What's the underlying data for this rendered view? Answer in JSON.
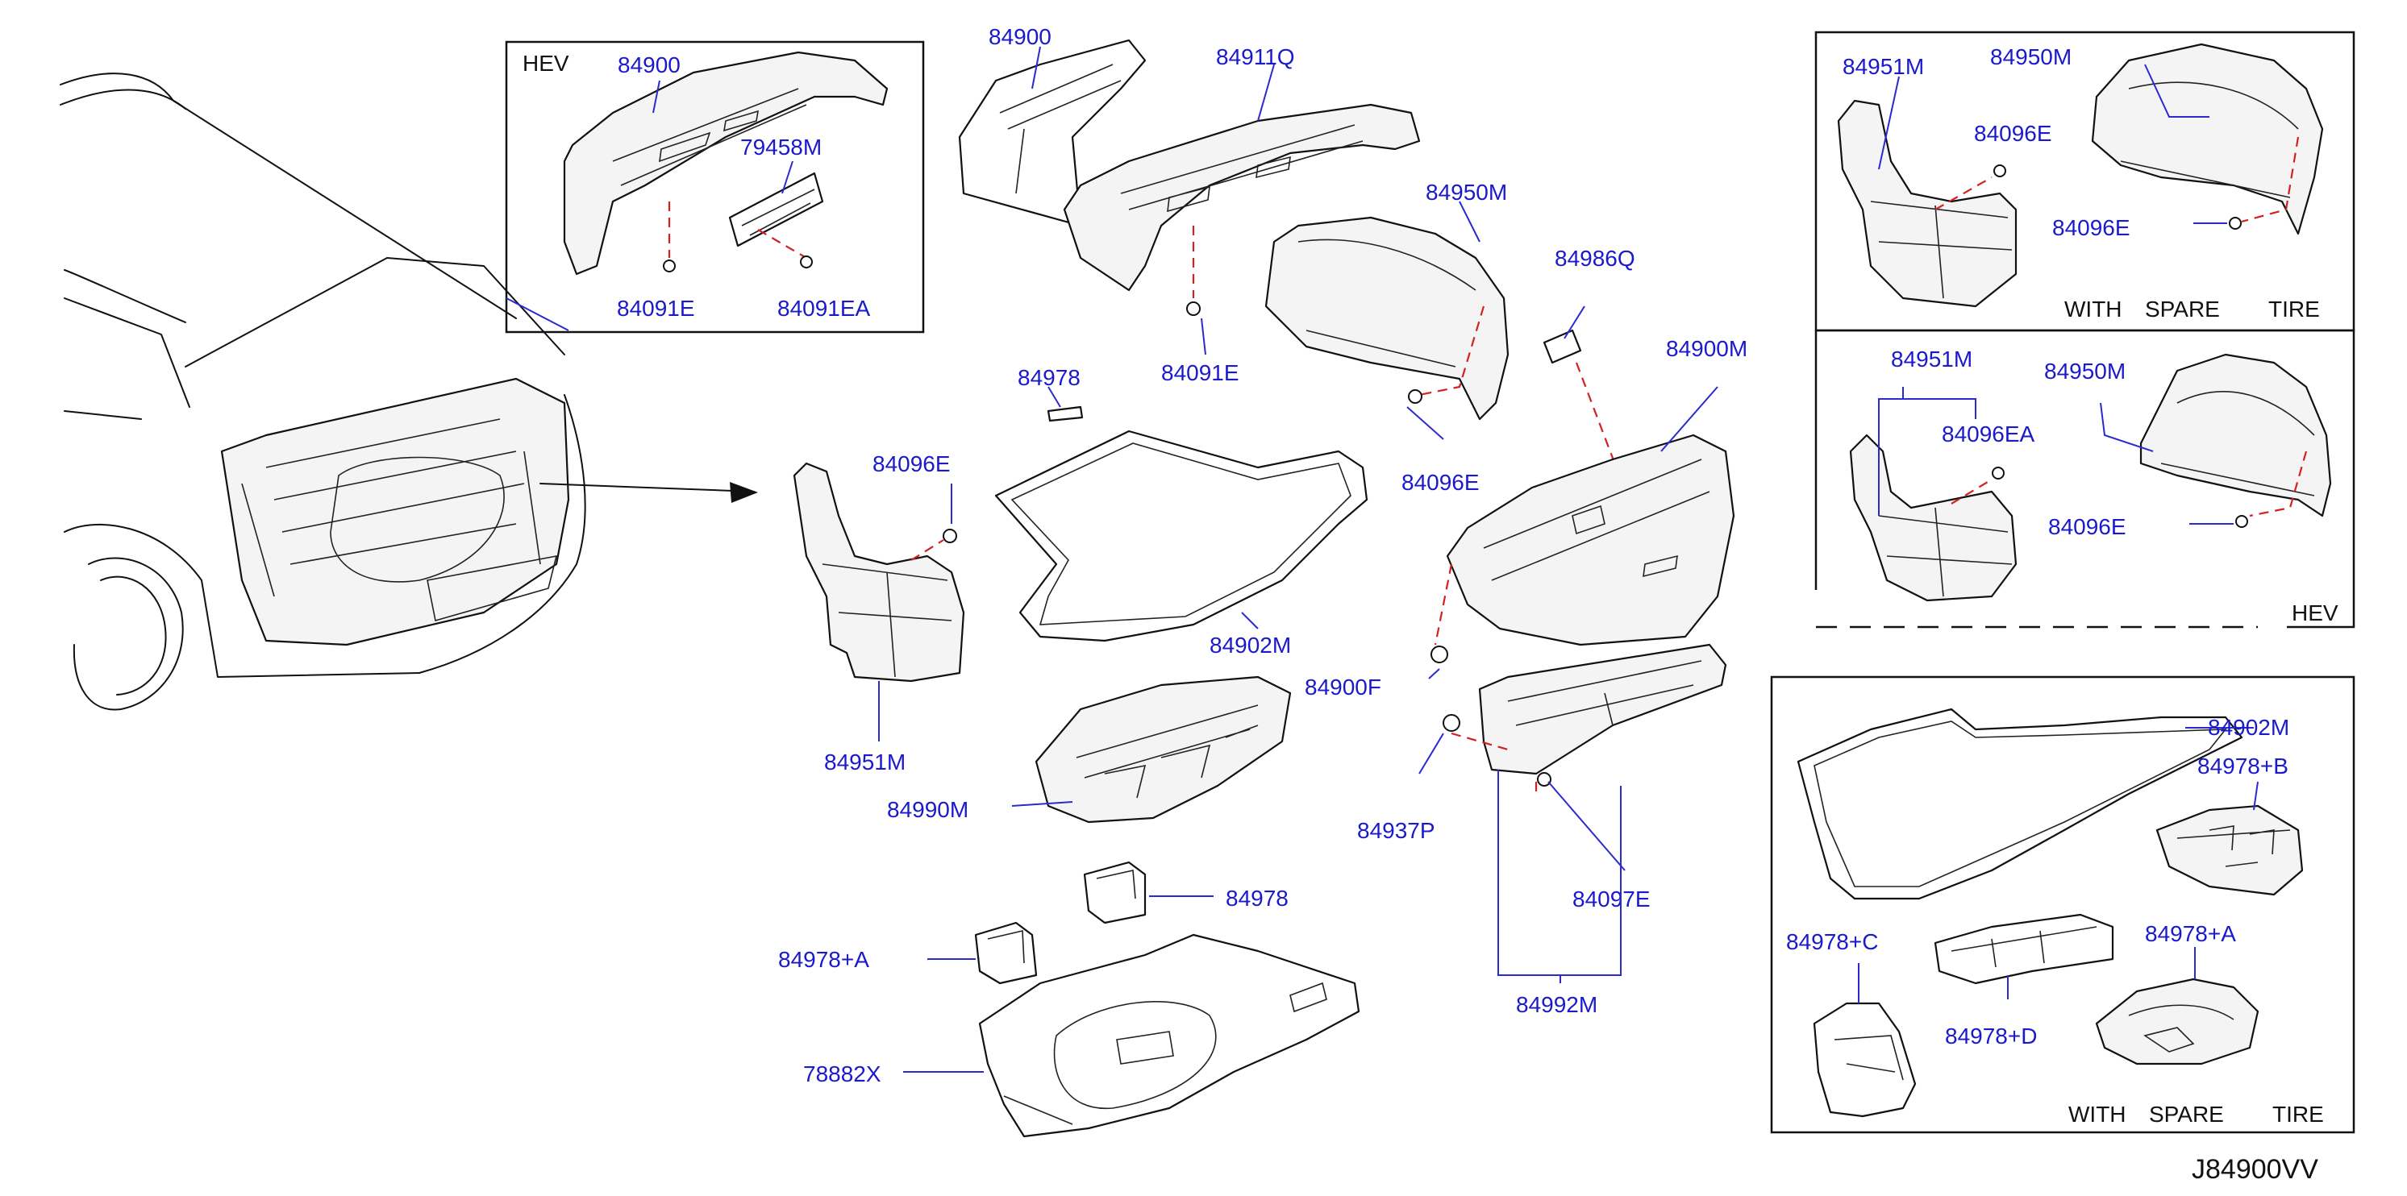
{
  "diagram_code": "J84900VV",
  "callouts": {
    "hev_84900": "84900",
    "hev_79458m": "79458M",
    "hev_84091e": "84091E",
    "hev_84091ea": "84091EA",
    "p84900": "84900",
    "p84911q": "84911Q",
    "p84091e": "84091E",
    "p84950m": "84950M",
    "p84986q": "84986Q",
    "p84096e_mid": "84096E",
    "p84900m": "84900M",
    "p84978_top": "84978",
    "p84096e_left": "84096E",
    "p84902m": "84902M",
    "p84951m": "84951M",
    "p84990m": "84990M",
    "p84900f": "84900F",
    "p84937p": "84937P",
    "p84097e": "84097E",
    "p84992m": "84992M",
    "p84978_mid": "84978",
    "p84978a": "84978+A",
    "p78882x": "78882X",
    "tr_84951m": "84951M",
    "tr_84950m": "84950M",
    "tr_84096e_a": "84096E",
    "tr_84096e_b": "84096E",
    "mr_84951m": "84951M",
    "mr_84950m": "84950M",
    "mr_84096ea": "84096EA",
    "mr_84096e": "84096E",
    "br_84902m": "84902M",
    "br_84978b": "84978+B",
    "br_84978c": "84978+C",
    "br_84978a": "84978+A",
    "br_84978d": "84978+D"
  },
  "box_labels": {
    "hev_inset": "HEV",
    "mid_right_hev": "HEV",
    "top_right_note": [
      "WITH",
      "SPARE",
      "TIRE"
    ],
    "bottom_right_note": [
      "WITH",
      "SPARE",
      "TIRE"
    ]
  }
}
